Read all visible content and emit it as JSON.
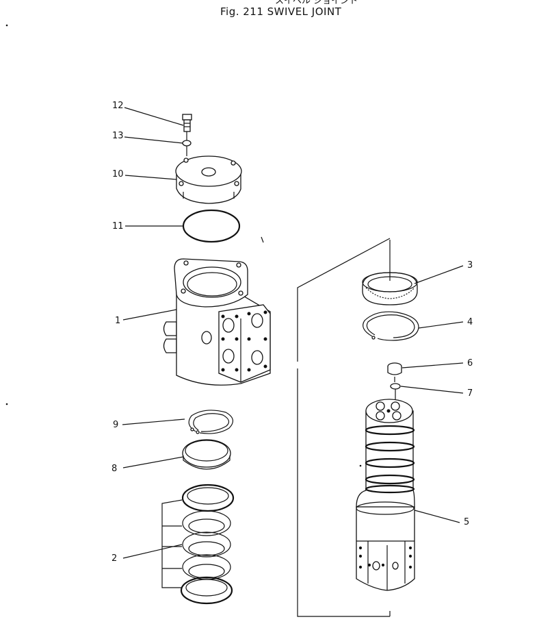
{
  "figure": {
    "title_jp": "スイベル ジョイント",
    "title": "Fig. 211   SWIVEL JOINT"
  },
  "callouts": {
    "c1": "1",
    "c2": "2",
    "c3": "3",
    "c4": "4",
    "c5": "5",
    "c6": "6",
    "c7": "7",
    "c8": "8",
    "c9": "9",
    "c10": "10",
    "c11": "11",
    "c12": "12",
    "c13": "13"
  }
}
